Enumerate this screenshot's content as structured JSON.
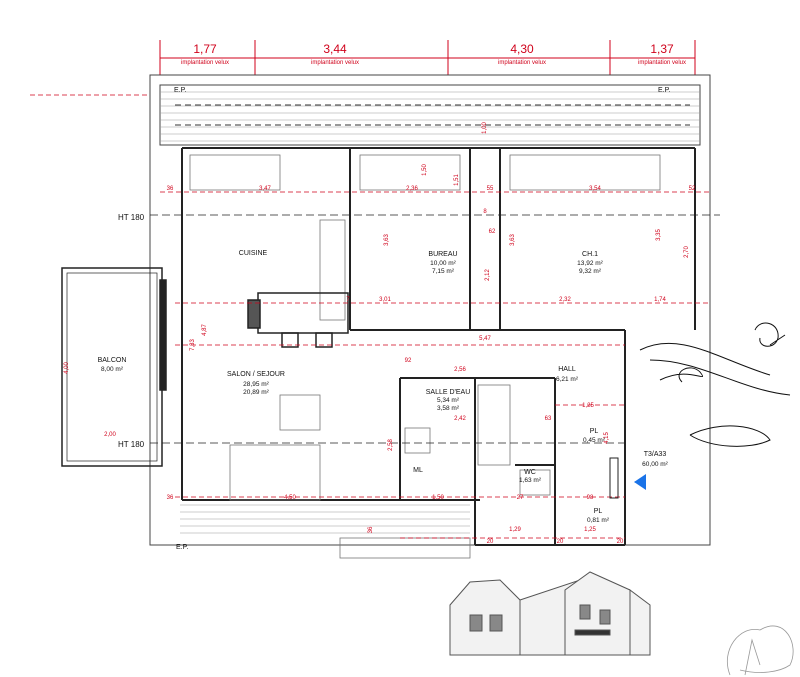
{
  "top_dimensions": [
    {
      "value": "1,77",
      "sub": "implantation velux"
    },
    {
      "value": "3,44",
      "sub": "implantation velux"
    },
    {
      "value": "4,30",
      "sub": "implantation velux"
    },
    {
      "value": "1,37",
      "sub": "implantation velux"
    }
  ],
  "markers": {
    "ep_top_left": "E.P.",
    "ep_top_right": "E.P.",
    "ep_bottom": "E.P.",
    "ht_top": "HT 180",
    "ht_bottom": "HT 180"
  },
  "rooms": {
    "balcon": {
      "name": "BALCON",
      "area1": "8,00 m²"
    },
    "cuisine": {
      "name": "CUISINE"
    },
    "bureau": {
      "name": "BUREAU",
      "area1": "10,00 m²",
      "area2": "7,15 m²"
    },
    "ch1": {
      "name": "CH.1",
      "area1": "13,92 m²",
      "area2": "9,32 m²"
    },
    "salon": {
      "name": "SALON / SEJOUR",
      "area1": "28,95 m²",
      "area2": "20,89 m²"
    },
    "hall": {
      "name": "HALL",
      "area1": "6,21 m²"
    },
    "sde": {
      "name": "SALLE D'EAU",
      "area1": "5,34 m²",
      "area2": "3,58 m²"
    },
    "pl1": {
      "name": "PL",
      "area1": "0,45 m²"
    },
    "wc": {
      "name": "WC",
      "area1": "1,63 m²"
    },
    "ml": {
      "name": "ML"
    },
    "pl2": {
      "name": "PL",
      "area1": "0,81 m²"
    },
    "unit": {
      "name": "T3/A33",
      "area1": "60,00 m²"
    }
  },
  "dimensions": {
    "d_36a": "36",
    "d_347": "3,47",
    "d_236": "2,36",
    "d_151": "1,51",
    "d_55": "55",
    "d_354": "3,54",
    "d_52": "52",
    "d_100": "1,00",
    "d_150": "1,50",
    "d_363a": "3,63",
    "d_363b": "3,63",
    "d_62": "62",
    "d_8": "8",
    "d_212": "2,12",
    "d_335": "3,35",
    "d_270": "2,70",
    "d_301": "3,01",
    "d_232": "2,32",
    "d_174": "1,74",
    "d_547": "5,47",
    "d_733": "7,33",
    "d_487": "4,87",
    "d_400": "4,00",
    "d_200": "2,00",
    "d_256": "2,56",
    "d_242": "2,42",
    "d_63": "63",
    "d_125a": "1,25",
    "d_415": "4,15",
    "d_258": "2,58",
    "d_36b": "36",
    "d_450": "4,50",
    "d_150b": "1,50",
    "d_129": "1,29",
    "d_125b": "1,25",
    "d_98": "98",
    "d_20a": "20",
    "d_20b": "20",
    "d_20c": "20",
    "d_36c": "36",
    "d_92": "92",
    "d_27": "27",
    "d_7": "7"
  },
  "colors": {
    "dimension_red": "#d0021b",
    "line_dark": "#222222",
    "arrow_blue": "#1a73e8"
  }
}
